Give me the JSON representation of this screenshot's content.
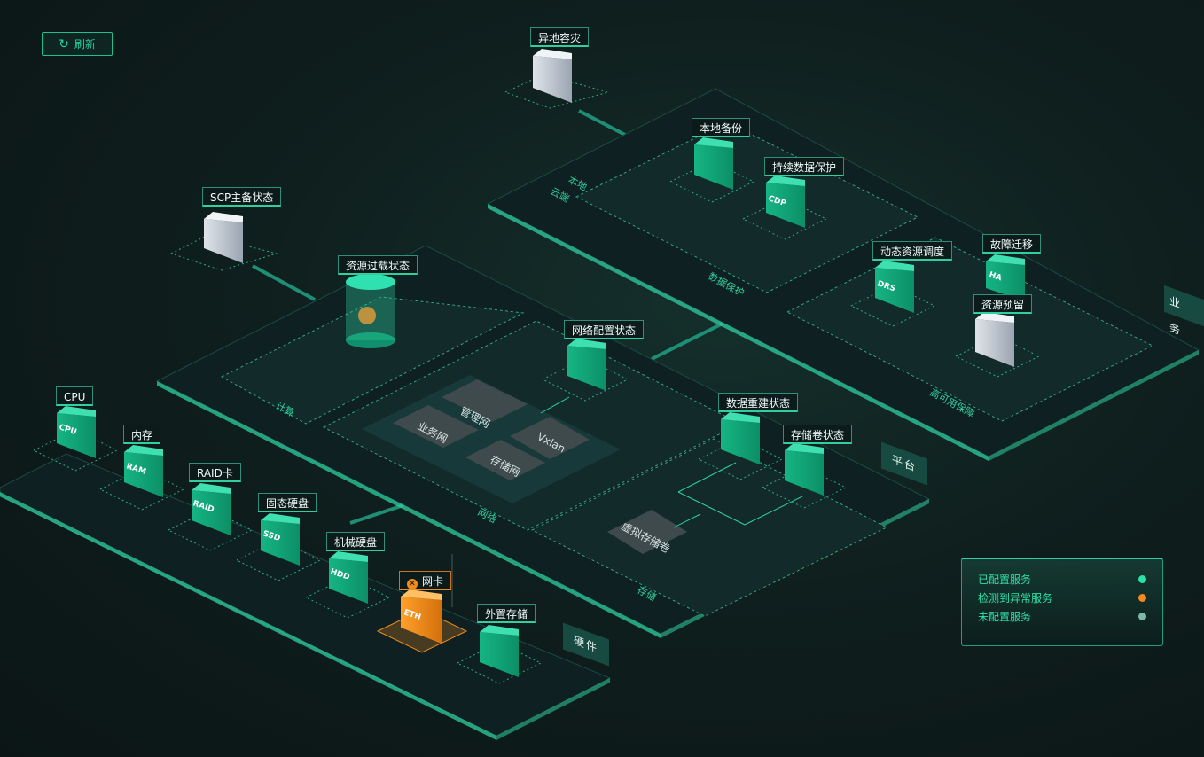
{
  "toolbar": {
    "refresh_label": "刷新",
    "refresh_icon": "refresh-icon"
  },
  "zones": {
    "hardware": "硬件",
    "platform": "平台",
    "business": "业 务",
    "compute": "计算",
    "network": "网络",
    "storage": "存储",
    "data_protection": "数据保护",
    "high_availability": "高可用保障",
    "local": "本地",
    "cloud": "云端"
  },
  "nodes": {
    "remote_dr": {
      "label": "异地容灾",
      "icon": "cloud-server-icon"
    },
    "scp_status": {
      "label": "SCP主备状态",
      "icon": "server-icon"
    },
    "resource_overcommit": {
      "label": "资源过载状态",
      "icon": "capsule-icon"
    },
    "network_config": {
      "label": "网络配置状态",
      "icon": "network-icon"
    },
    "data_rebuild": {
      "label": "数据重建状态",
      "icon": "rebuild-icon"
    },
    "storage_volume": {
      "label": "存储卷状态",
      "icon": "volume-icon"
    },
    "local_backup": {
      "label": "本地备份",
      "icon": "layers-icon"
    },
    "cdp": {
      "label": "持续数据保护",
      "icon_text": "CDP"
    },
    "drs": {
      "label": "动态资源调度",
      "icon_text": "DRS"
    },
    "failover": {
      "label": "故障迁移",
      "icon_text": "HA"
    },
    "reservation": {
      "label": "资源预留",
      "icon": "database-icon"
    },
    "cpu": {
      "label": "CPU",
      "icon_text": "CPU"
    },
    "memory": {
      "label": "内存",
      "icon_text": "RAM"
    },
    "raid": {
      "label": "RAID卡",
      "icon_text": "RAID"
    },
    "ssd": {
      "label": "固态硬盘",
      "icon_text": "SSD"
    },
    "hdd": {
      "label": "机械硬盘",
      "icon_text": "HDD"
    },
    "nic": {
      "label": "网卡",
      "icon_text": "ETH",
      "status": "warning"
    },
    "external_storage": {
      "label": "外置存储",
      "icon": "disk-icon"
    }
  },
  "network_tiles": {
    "mgmt": "管理网",
    "business": "业务网",
    "vxlan": "Vxlan",
    "storage": "存储网"
  },
  "virtual_volume": "虚拟存储卷",
  "legend": [
    {
      "label": "已配置服务",
      "color": "#2fe0a6"
    },
    {
      "label": "检测到异常服务",
      "color": "#f08b1e"
    },
    {
      "label": "未配置服务",
      "color": "#7fb8a5"
    }
  ],
  "colors": {
    "accent": "#1fd39d",
    "warning": "#f08b1e",
    "unconfigured": "#b9c2cc"
  }
}
